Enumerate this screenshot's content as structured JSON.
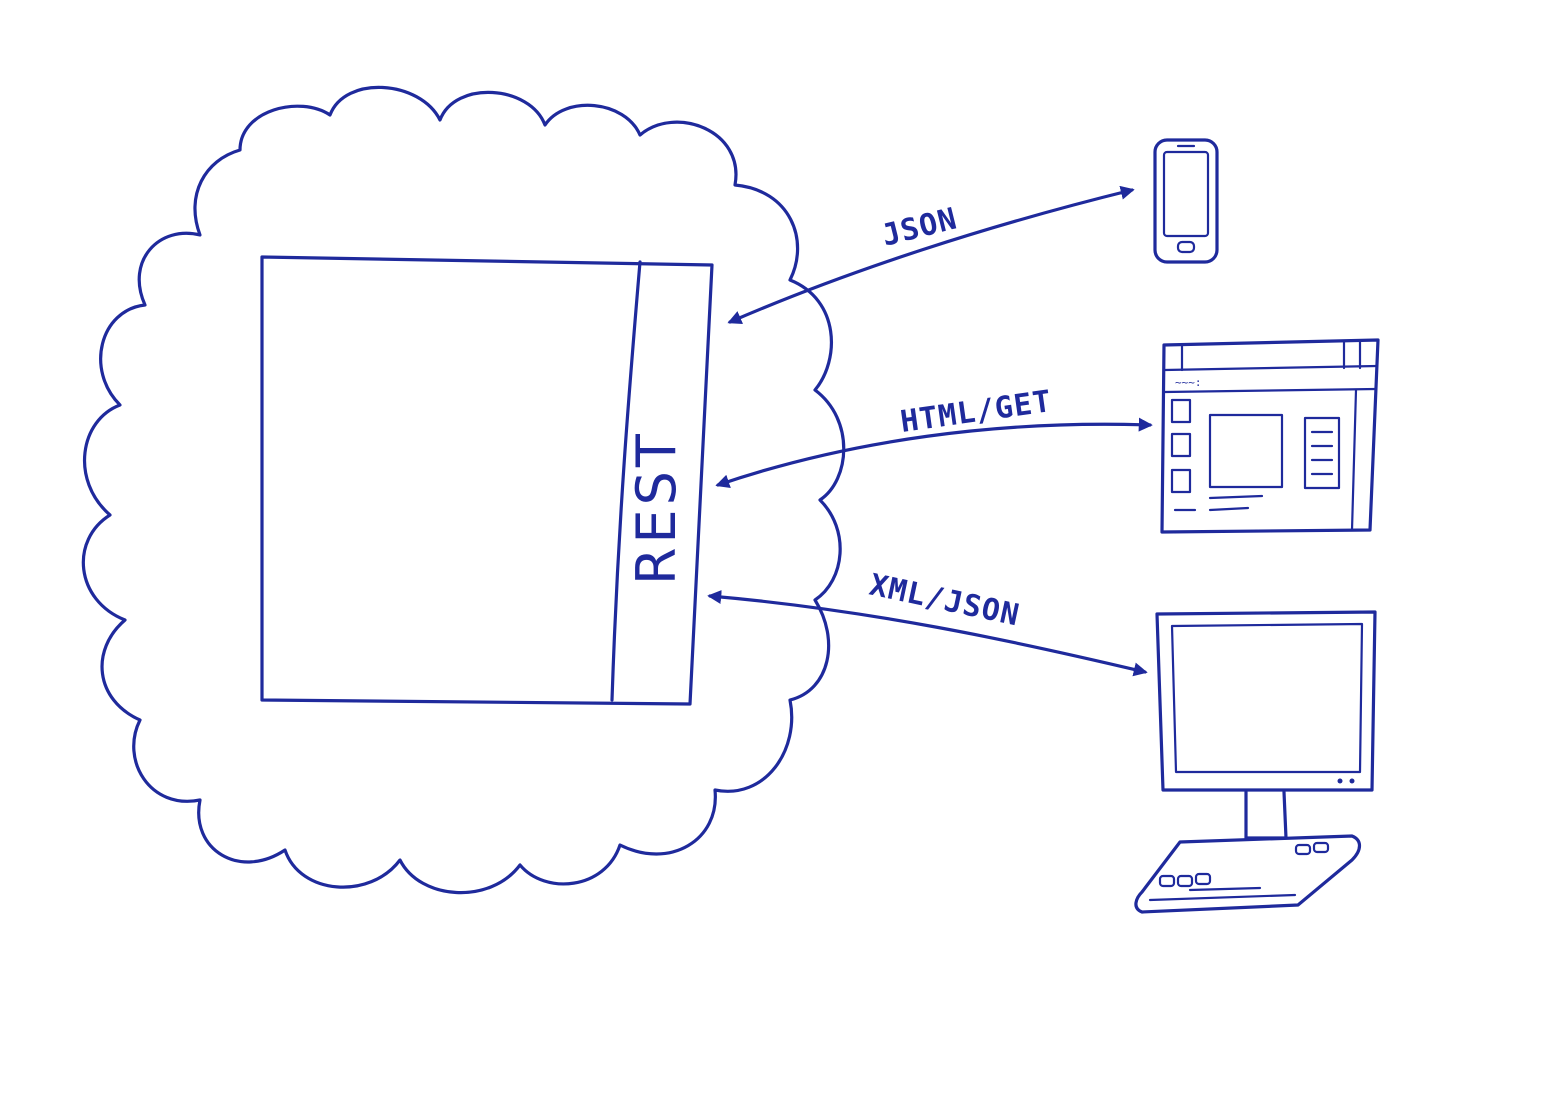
{
  "colors": {
    "ink": "#1f2a9c",
    "background": "#ffffff"
  },
  "server": {
    "interface_label": "REST"
  },
  "connections": [
    {
      "label": "JSON",
      "client": "smartphone"
    },
    {
      "label": "HTML/GET",
      "client": "web-browser"
    },
    {
      "label": "XML/JSON",
      "client": "desktop-computer"
    }
  ],
  "icons": {
    "cloud": "cloud-icon",
    "smartphone": "smartphone-icon",
    "browser": "browser-window-icon",
    "desktop": "desktop-computer-icon"
  }
}
